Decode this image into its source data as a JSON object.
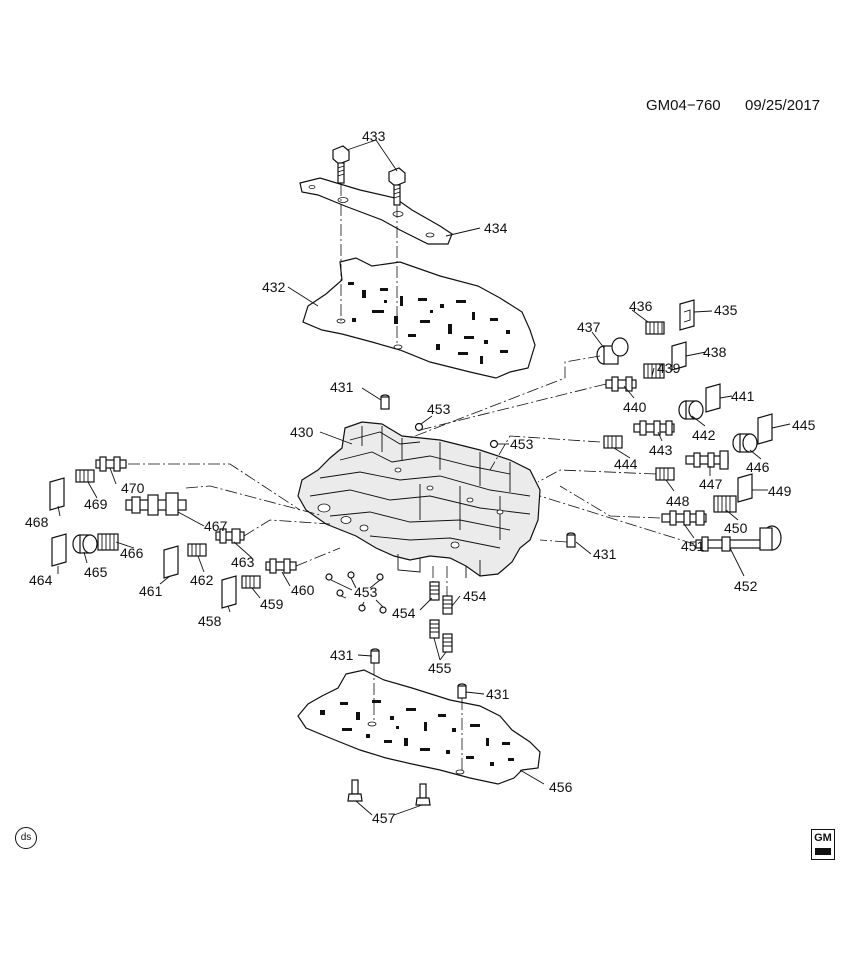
{
  "header": {
    "doc_id": "GM04−760",
    "date": "09/25/2017"
  },
  "badge_ds": "ds",
  "logo_text": "GM",
  "callouts": {
    "c433": "433",
    "c434": "434",
    "c432": "432",
    "c436": "436",
    "c435": "435",
    "c437": "437",
    "c438": "438",
    "c439": "439",
    "c440": "440",
    "c441": "441",
    "c442": "442",
    "c443": "443",
    "c445": "445",
    "c444": "444",
    "c446": "446",
    "c447": "447",
    "c448": "448",
    "c449": "449",
    "c450": "450",
    "c451": "451",
    "c452": "452",
    "c431a": "431",
    "c453a": "453",
    "c430": "430",
    "c453b": "453",
    "c431b": "431",
    "c470": "470",
    "c469": "469",
    "c468": "468",
    "c467": "467",
    "c466": "466",
    "c465": "465",
    "c464": "464",
    "c463": "463",
    "c462": "462",
    "c461": "461",
    "c460": "460",
    "c459": "459",
    "c458": "458",
    "c453c": "453",
    "c454a": "454",
    "c454b": "454",
    "c455": "455",
    "c431c": "431",
    "c431d": "431",
    "c456": "456",
    "c457": "457"
  }
}
